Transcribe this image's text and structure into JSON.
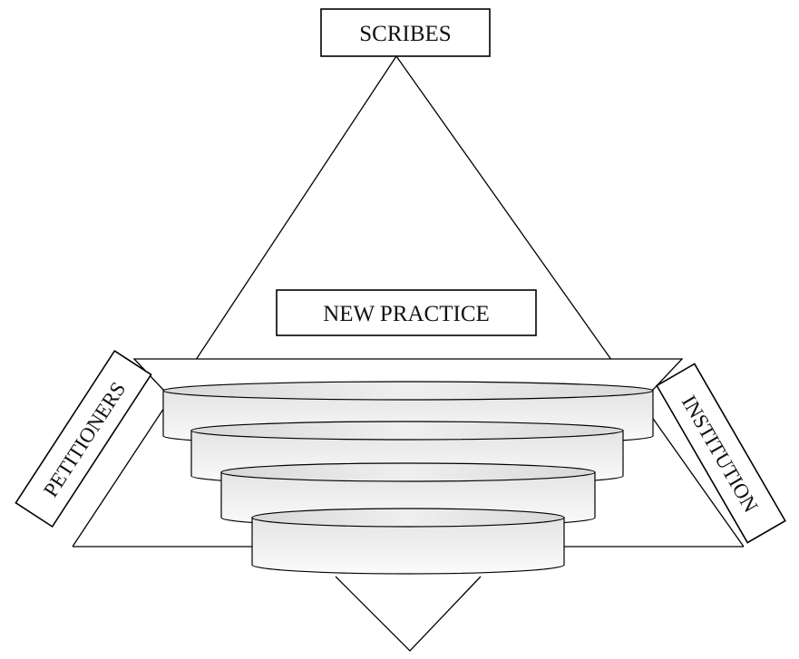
{
  "diagram": {
    "labels": {
      "top": "SCRIBES",
      "center": "NEW PRACTICE",
      "left": "PETITIONERS",
      "right": "INSTITUTION"
    },
    "layers": [
      {
        "id": "layer-1"
      },
      {
        "id": "layer-2"
      },
      {
        "id": "layer-3"
      },
      {
        "id": "layer-4"
      }
    ]
  }
}
